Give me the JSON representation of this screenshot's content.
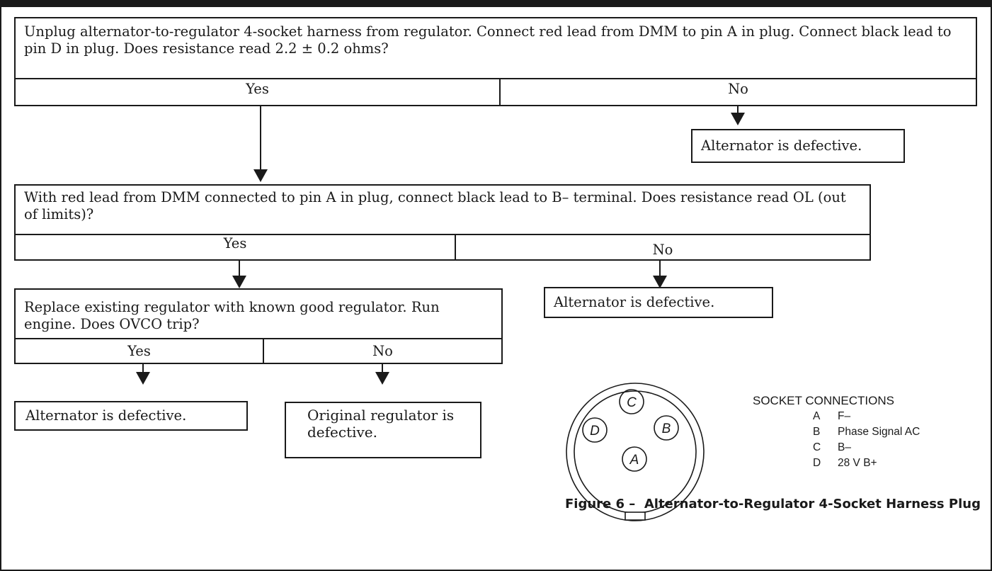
{
  "nodes": {
    "q1": "Unplug alternator-to-regulator 4-socket harness from regulator. Connect red lead from DMM to pin A in plug. Connect black lead to pin D in plug. Does resistance read 2.2 ± 0.2 ohms?",
    "q1_yes": "Yes",
    "q1_no": "No",
    "r1_no": "Alternator is defective.",
    "q2": "With red lead from DMM connected to pin A in plug, connect black lead to B– terminal. Does resistance read OL (out of limits)?",
    "q2_yes": "Yes",
    "q2_no": "No",
    "r2_no": "Alternator is defective.",
    "q3": "Replace existing regulator with known good regulator. Run engine. Does OVCO trip?",
    "q3_yes": "Yes",
    "q3_no": "No",
    "r3_yes": "Alternator is defective.",
    "r3_no": "Original regulator is defective."
  },
  "plug": {
    "pins": [
      "C",
      "D",
      "B",
      "A"
    ]
  },
  "legend": {
    "title": "SOCKET CONNECTIONS",
    "rows": [
      {
        "letter": "A",
        "desc": "F–"
      },
      {
        "letter": "B",
        "desc": "Phase Signal AC"
      },
      {
        "letter": "C",
        "desc": "B–"
      },
      {
        "letter": "D",
        "desc": "28 V B+"
      }
    ]
  },
  "caption": "Figure 6 –  Alternator-to-Regulator 4-Socket Harness Plug"
}
